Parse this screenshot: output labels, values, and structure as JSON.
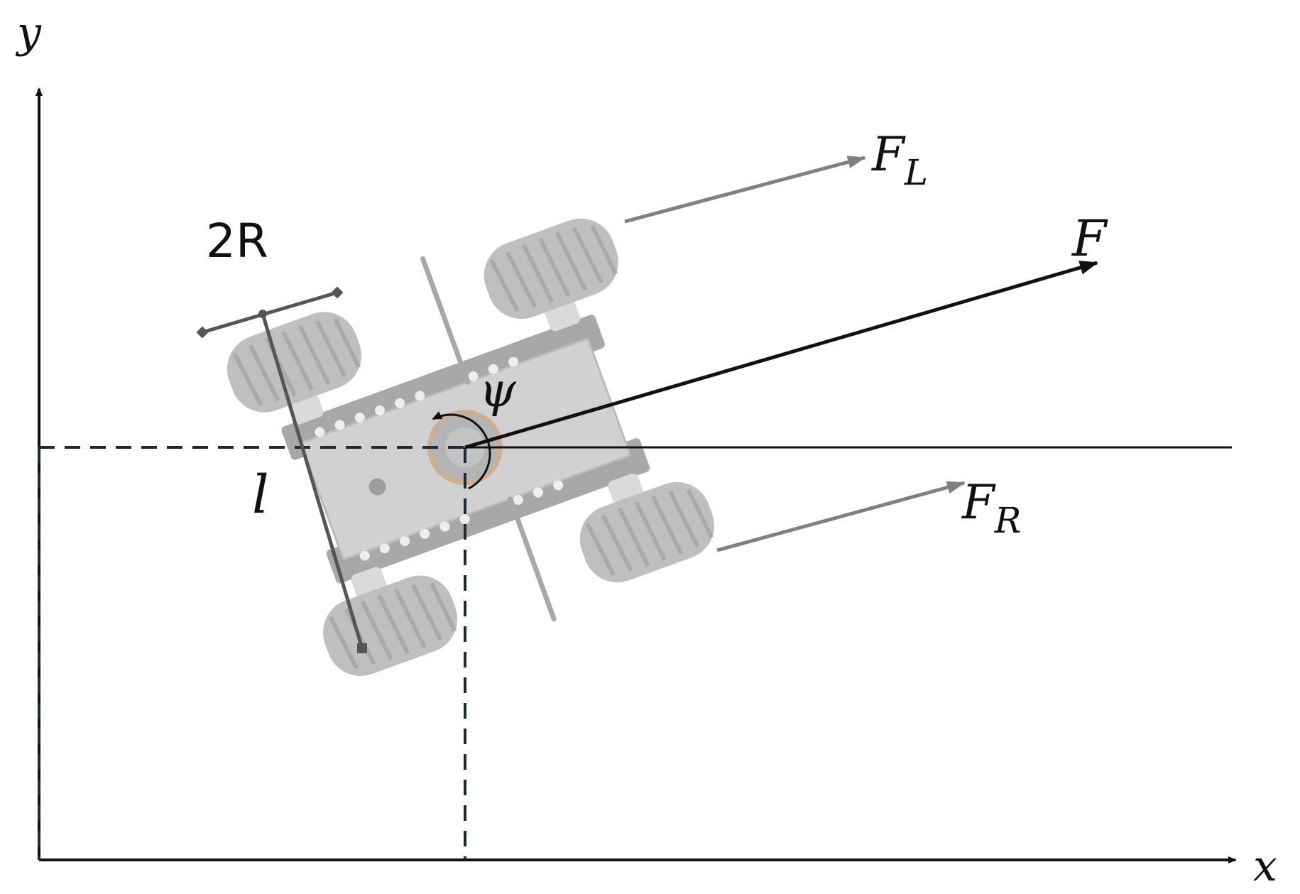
{
  "figure": {
    "background": "#ffffff",
    "axes": {
      "x_label": "x",
      "y_label": "y",
      "color": "#111111"
    },
    "projection_line_color": "#1c2b3a",
    "robot": {
      "body_color": "#c9c9c9",
      "wheel_color": "#b5b5b5",
      "frame_color": "#9a9a9a"
    },
    "forces": {
      "F": {
        "label": "F",
        "color": "#111111"
      },
      "F_L": {
        "label": "F",
        "subscript": "L",
        "color": "#808080"
      },
      "F_R": {
        "label": "F",
        "subscript": "R",
        "color": "#808080"
      }
    },
    "dimensions": {
      "wheel_diameter_label": "2R",
      "axle_length_label": "l",
      "marker_color": "#555555"
    },
    "heading_angle_label": "ψ"
  }
}
